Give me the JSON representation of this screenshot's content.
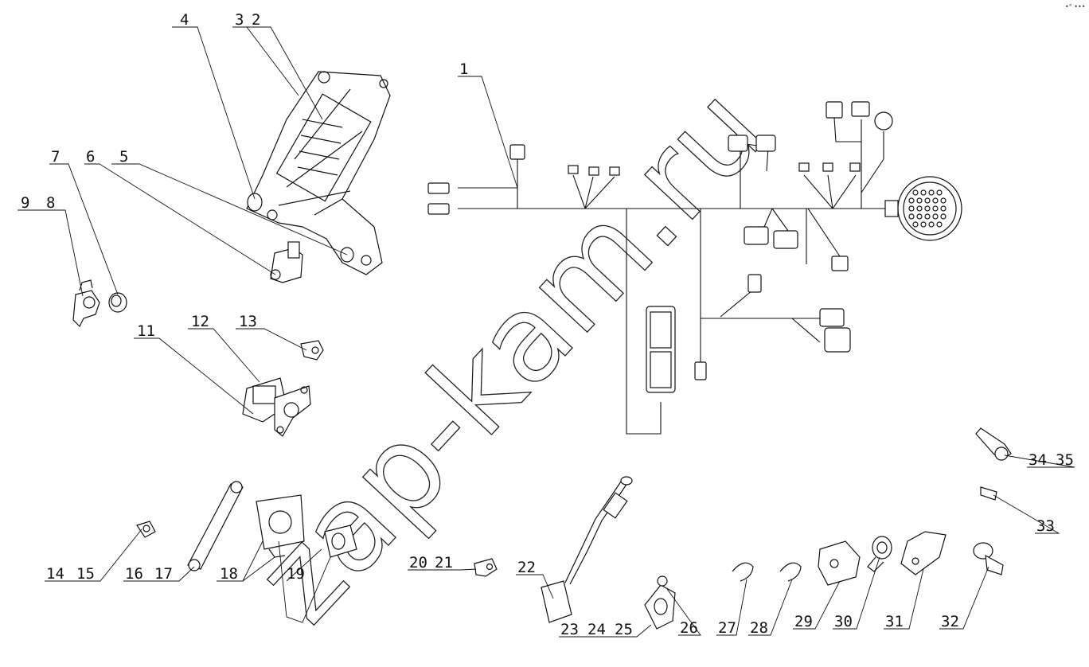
{
  "watermark": "zap-kam.ru",
  "corner_mark": "•° •••",
  "callouts": [
    "1",
    "2",
    "3",
    "4",
    "5",
    "6",
    "7",
    "8",
    "9",
    "11",
    "12",
    "13",
    "14",
    "15",
    "16",
    "17",
    "18",
    "19",
    "20",
    "21",
    "22",
    "23",
    "24",
    "25",
    "26",
    "27",
    "28",
    "29",
    "30",
    "31",
    "32",
    "33",
    "34",
    "35"
  ]
}
